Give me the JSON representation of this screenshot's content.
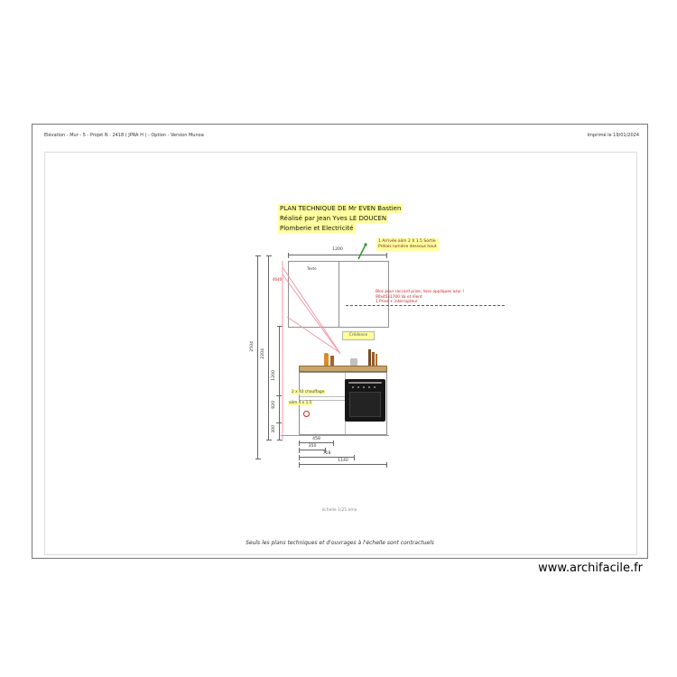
{
  "header": {
    "left": "Elévation - Mur - 5 - Projet N : 2418 ( JPRA H ) - Option - Version Munoa",
    "right": "Imprimé le 19/01/2024"
  },
  "title_block": {
    "line1": "PLAN TECHNIQUE DE Mr EVEN Bastien",
    "line2": "Réalisé par Jean Yves LE DOUCEN",
    "line3": "Plomberie et Electricité"
  },
  "annotations": {
    "arrivee_line1": "1 Arrivée alim 2 X 1.5 Sortie",
    "arrivee_line2": "Prélais lumière dessous haut",
    "bloc_line1": "Bloc pour raccord prise, lisse appliques azur !",
    "bloc_line2": "90x45x1700 Va et Vient",
    "bloc_line3": "1 Prise + interrupteur",
    "credence": "Crédence",
    "chauffage": "2 x 40 chauffage",
    "alim": "alim 4 x 1.5",
    "texte": "Texte",
    "repere": "4640"
  },
  "dimensions": {
    "top_width": "1200",
    "total_height": "2504",
    "upper_height": "2204",
    "mid_height": "1200",
    "low_height": "820",
    "plinth_height": "300",
    "bottom_a": "458",
    "bottom_b": "350",
    "bottom_c": "718",
    "bottom_d": "1140"
  },
  "footer": {
    "scale": "échelle 1/25 ème",
    "legal": "Seuls les plans techniques et d'ouvrages à l'échelle sont contractuels",
    "site": "www.archifacile.fr"
  },
  "colors": {
    "highlight": "#ffff9e",
    "red": "#cc2222",
    "pink": "#f09aa8",
    "counter": "#c9a469",
    "green": "#2f8f2f"
  }
}
